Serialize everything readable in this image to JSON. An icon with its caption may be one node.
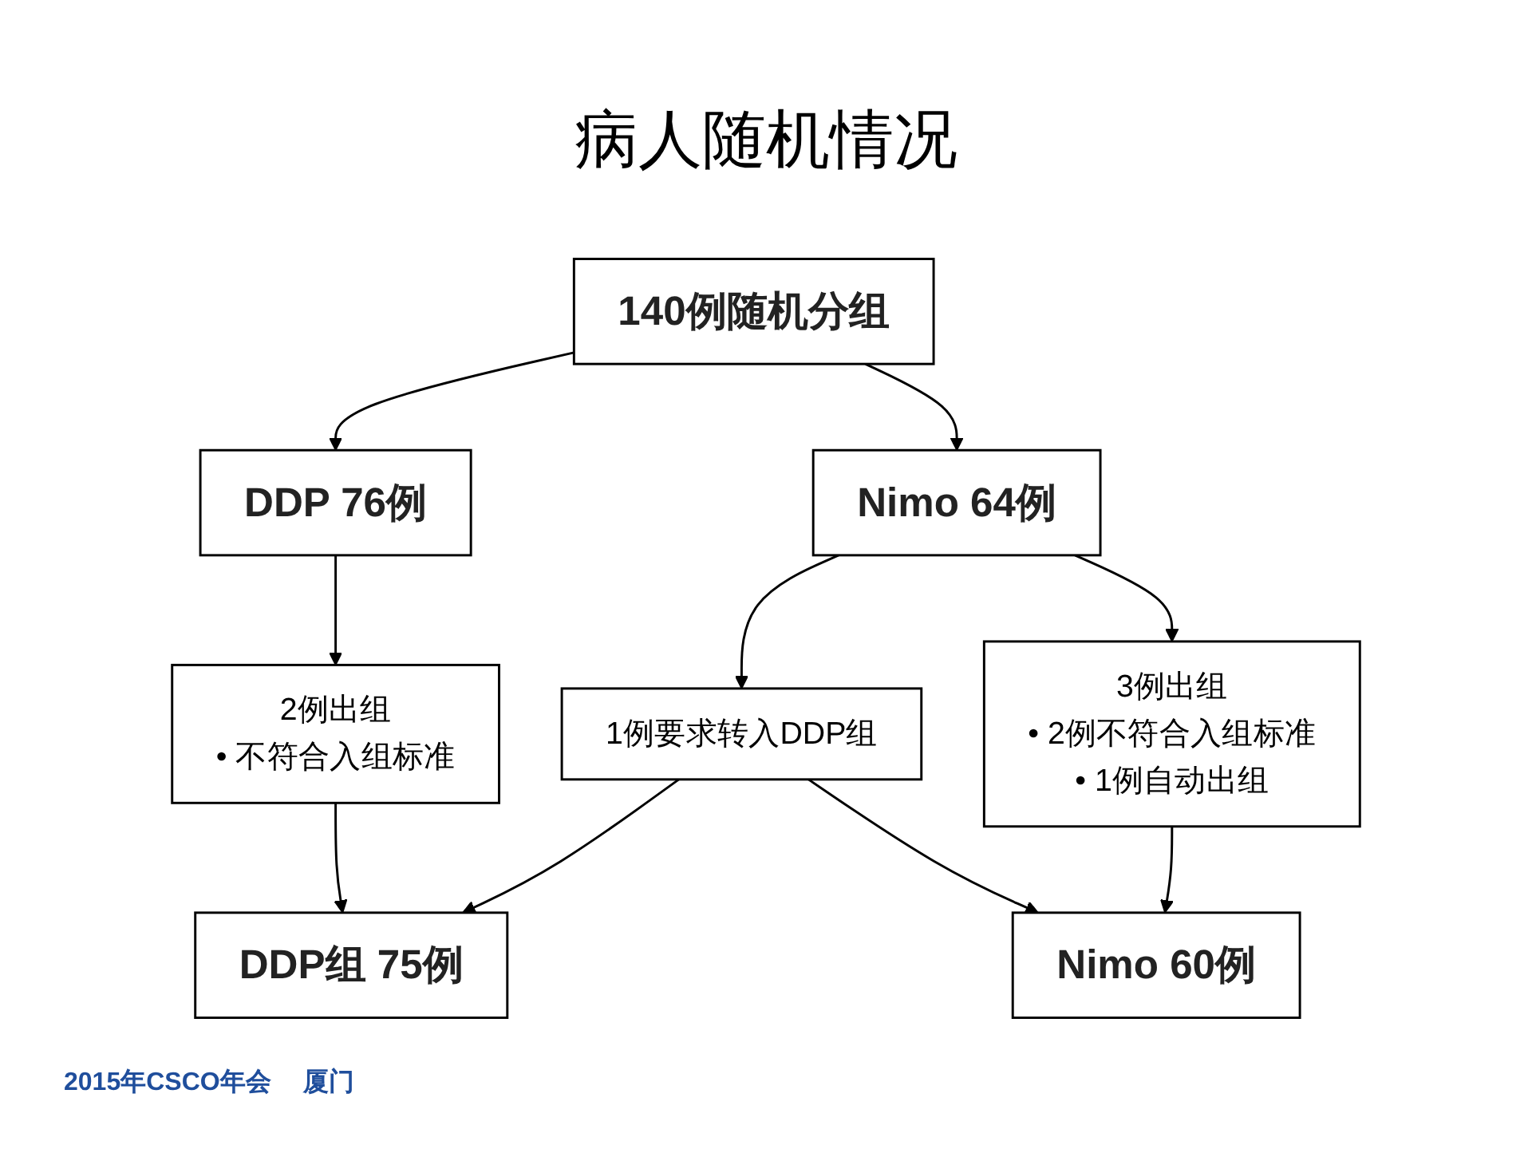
{
  "diagram": {
    "title": "病人随机情况",
    "nodes": [
      {
        "text": [
          "140例随机分组"
        ]
      },
      {
        "text": [
          "DDP 76例"
        ]
      },
      {
        "text": [
          "Nimo 64例"
        ]
      },
      {
        "text": [
          "2例出组",
          "• 不符合入组标准"
        ]
      },
      {
        "text": [
          "1例要求转入DDP组"
        ]
      },
      {
        "text": [
          "3例出组",
          "• 2例不符合入组标准",
          "• 1例自动出组"
        ]
      },
      {
        "text": [
          "DDP组 75例"
        ]
      },
      {
        "text": [
          "Nimo 60例"
        ]
      }
    ],
    "edges": [
      {
        "from": 0,
        "to": 1,
        "arrow": "to"
      },
      {
        "from": 0,
        "to": 2,
        "arrow": "to"
      },
      {
        "from": 1,
        "to": 3,
        "arrow": "to"
      },
      {
        "from": 2,
        "to": 4,
        "arrow": "to"
      },
      {
        "from": 2,
        "to": 5,
        "arrow": "to"
      },
      {
        "from": 3,
        "to": 6,
        "arrow": "to"
      },
      {
        "from": 4,
        "to": 6,
        "arrow": "to"
      },
      {
        "from": 4,
        "to": 7,
        "arrow": "to"
      },
      {
        "from": 5,
        "to": 7,
        "arrow": "to"
      }
    ],
    "labels": [
      "2015年CSCO年会",
      "厦门"
    ]
  }
}
